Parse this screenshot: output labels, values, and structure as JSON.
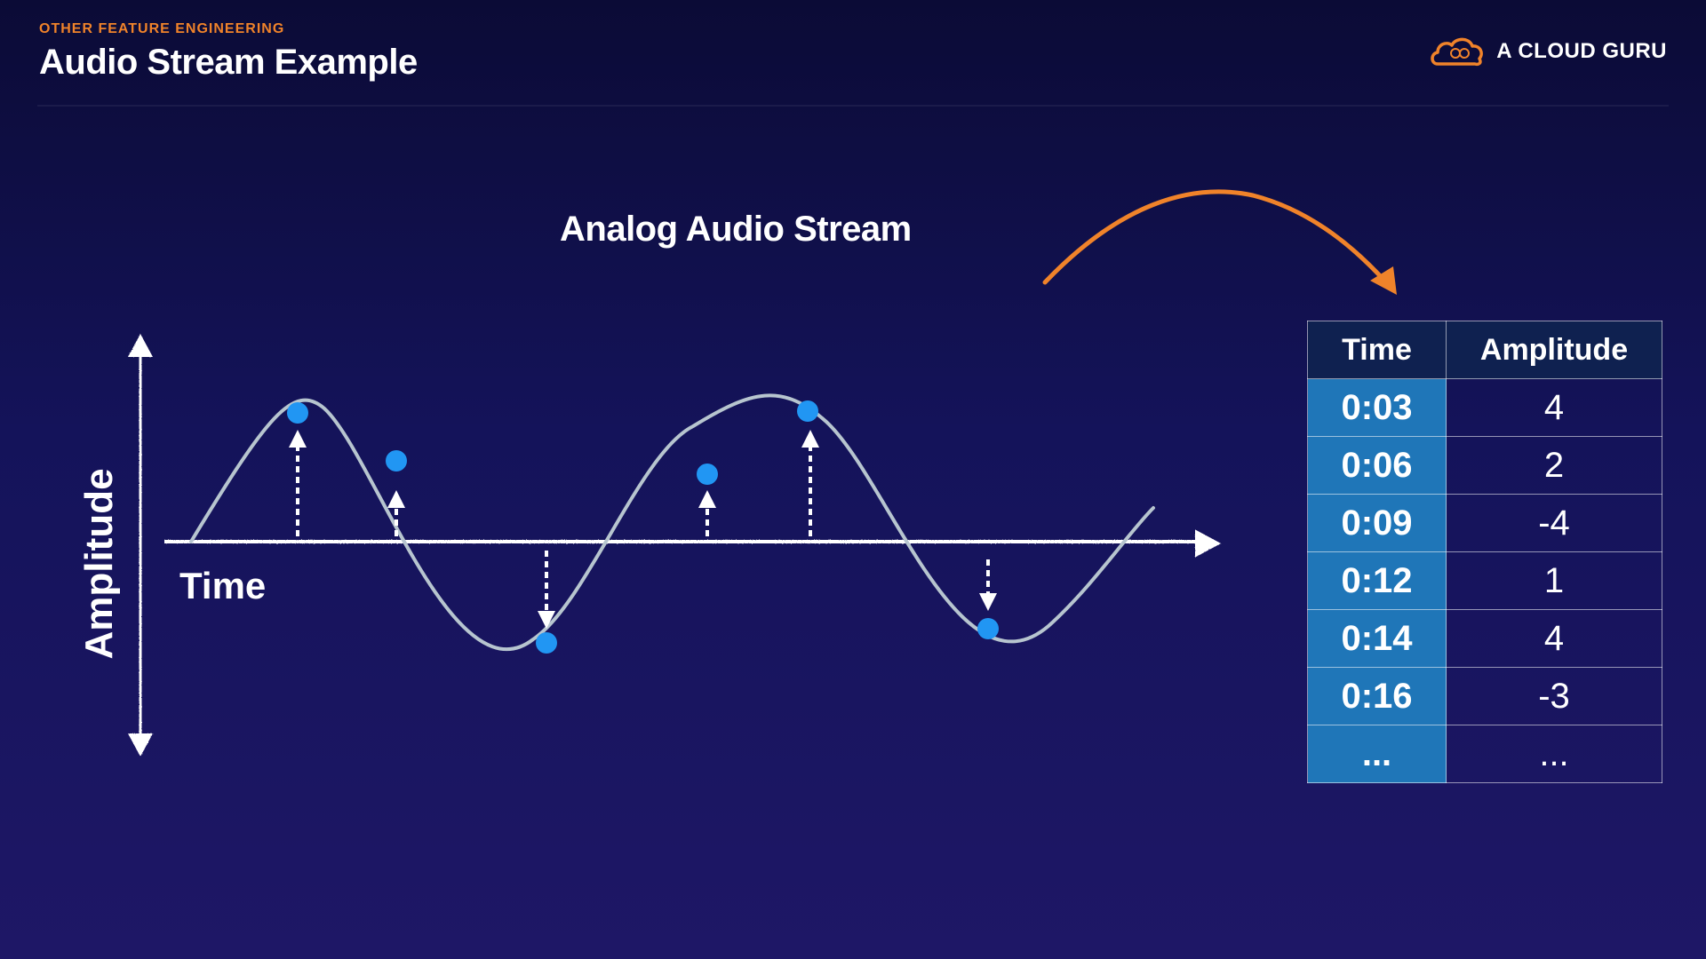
{
  "header": {
    "eyebrow": "OTHER FEATURE ENGINEERING",
    "title": "Audio Stream Example"
  },
  "brand": {
    "name": "A CLOUD GURU",
    "logo_icon": "cloud-icon"
  },
  "diagram": {
    "title": "Analog Audio Stream",
    "y_axis_label": "Amplitude",
    "x_axis_label": "Time"
  },
  "table": {
    "headers": [
      "Time",
      "Amplitude"
    ],
    "rows": [
      {
        "time": "0:03",
        "amplitude": "4"
      },
      {
        "time": "0:06",
        "amplitude": "2"
      },
      {
        "time": "0:09",
        "amplitude": "-4"
      },
      {
        "time": "0:12",
        "amplitude": "1"
      },
      {
        "time": "0:14",
        "amplitude": "4"
      },
      {
        "time": "0:16",
        "amplitude": "-3"
      },
      {
        "time": "...",
        "amplitude": "..."
      }
    ]
  },
  "colors": {
    "accent": "#f0832a",
    "sample_dot": "#2196f3",
    "time_cell": "#1f76b8",
    "header_cell": "#0f2150"
  }
}
